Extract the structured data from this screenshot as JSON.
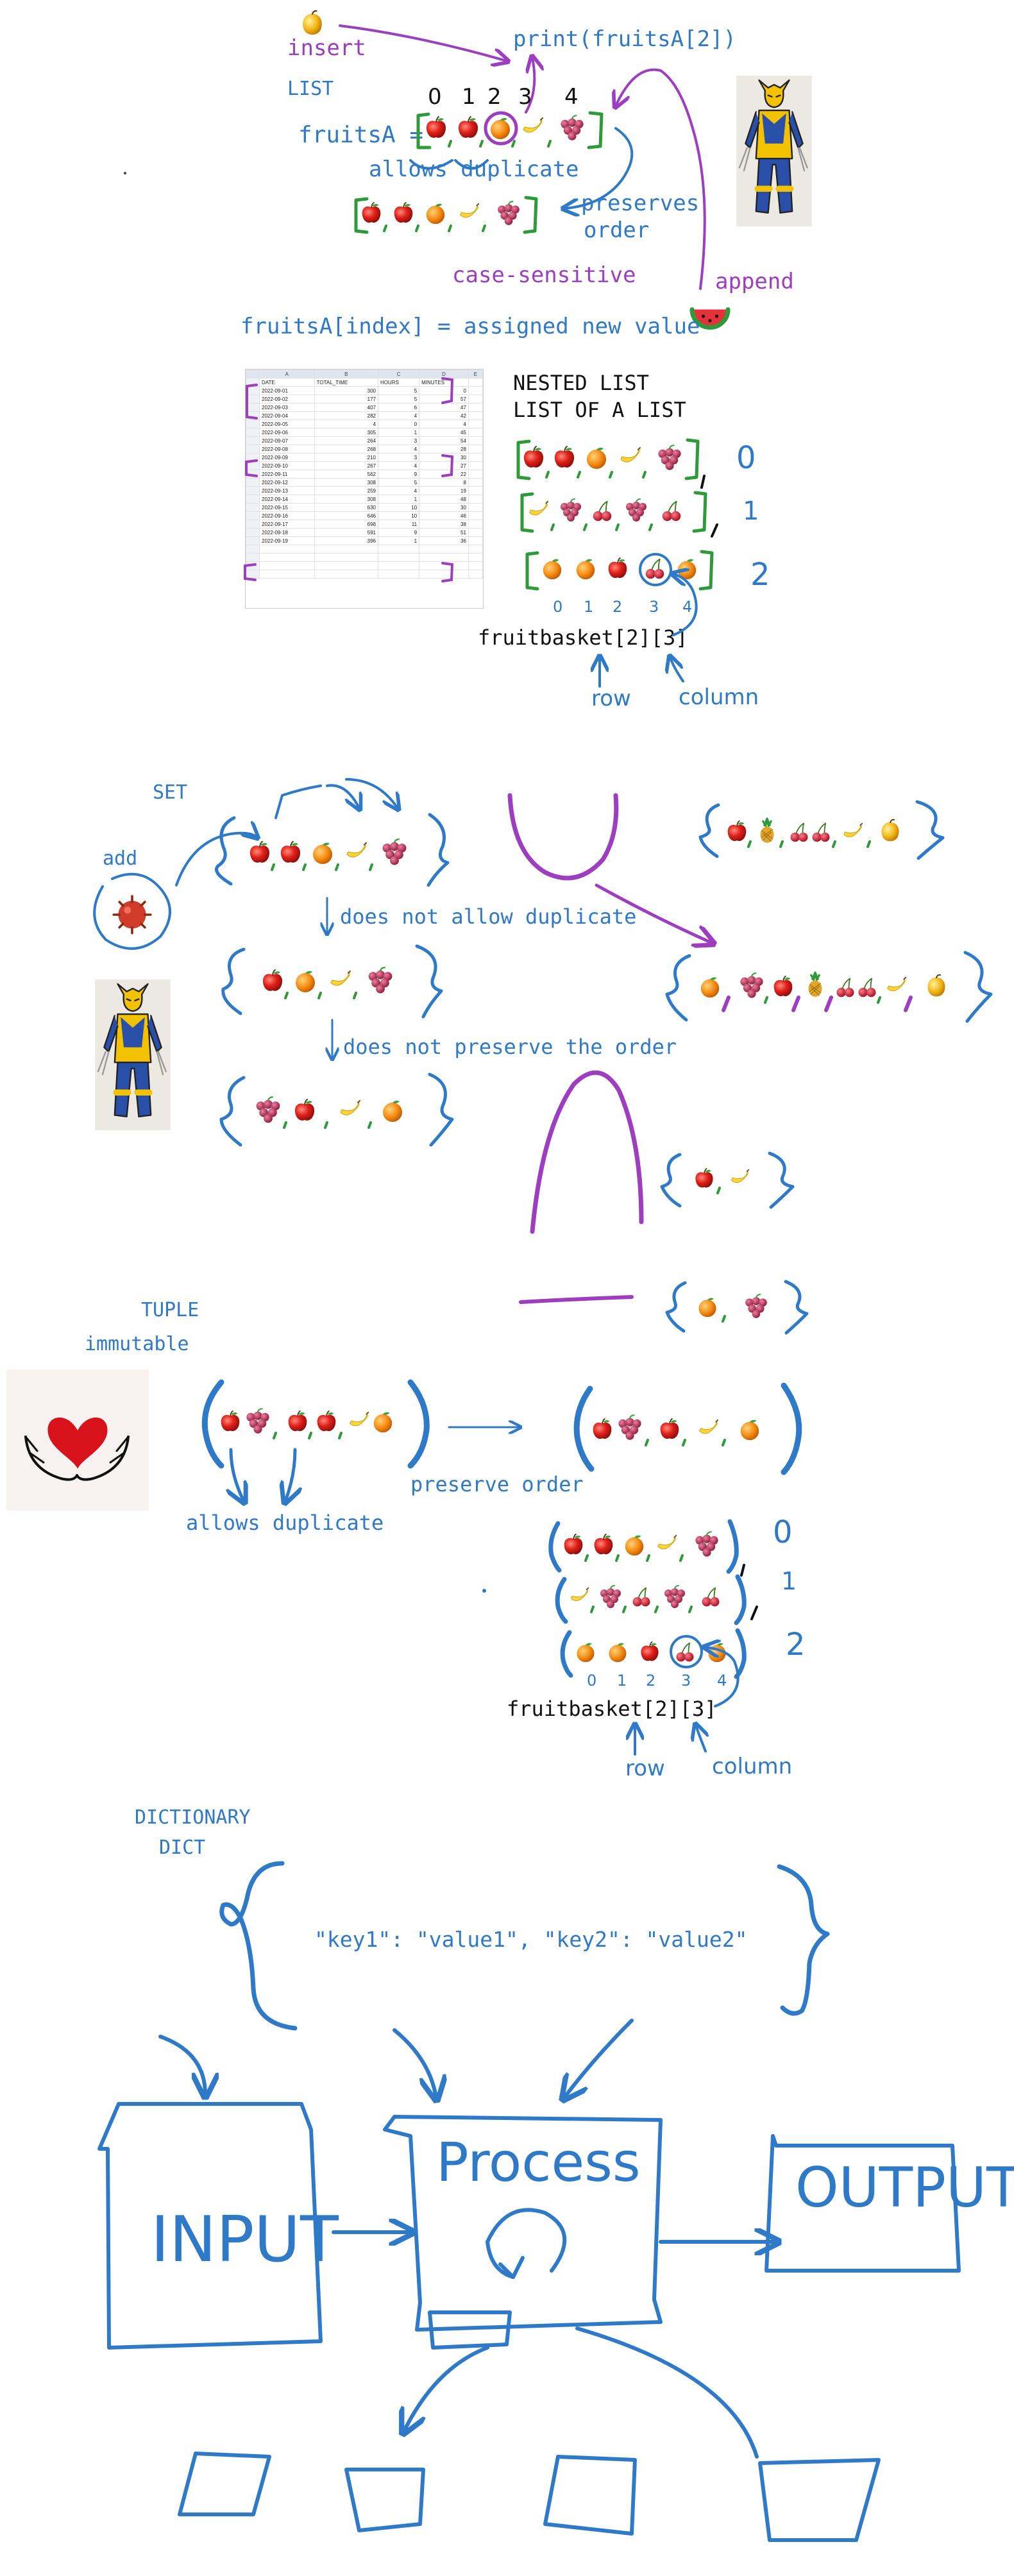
{
  "list_section": {
    "insert": "insert",
    "list": "LIST",
    "print": "print(fruitsA[2])",
    "indices": [
      "0",
      "1",
      "2",
      "3",
      "4"
    ],
    "var_name": "fruitsA =",
    "allows_duplicate": "allows duplicate",
    "preserves": "preserves",
    "order": "order",
    "case_sensitive": "case-sensitive",
    "append": "append",
    "assign": "fruitsA[index] = assigned new value"
  },
  "nested_list": {
    "title1": "NESTED LIST",
    "title2": "LIST OF A LIST",
    "row_idx": [
      "0",
      "1",
      "2"
    ],
    "col_idx": [
      "0",
      "1",
      "2",
      "3",
      "4"
    ],
    "access": "fruitbasket[2][3]",
    "row": "row",
    "column": "column"
  },
  "spreadsheet": {
    "columns": [
      "A",
      "B",
      "C",
      "D",
      "E"
    ],
    "headers": [
      "DATE",
      "TOTAL_TIME",
      "HOURS",
      "MINUTES"
    ],
    "rows": [
      [
        "2022-09-01",
        "300",
        "5",
        "0"
      ],
      [
        "2022-09-02",
        "177",
        "5",
        "57"
      ],
      [
        "2022-09-03",
        "407",
        "6",
        "47"
      ],
      [
        "2022-09-04",
        "282",
        "4",
        "42"
      ],
      [
        "2022-09-05",
        "4",
        "0",
        "4"
      ],
      [
        "2022-09-06",
        "305",
        "1",
        "45"
      ],
      [
        "2022-09-07",
        "264",
        "3",
        "54"
      ],
      [
        "2022-09-08",
        "268",
        "4",
        "28"
      ],
      [
        "2022-09-09",
        "210",
        "3",
        "30"
      ],
      [
        "2022-09-10",
        "267",
        "4",
        "27"
      ],
      [
        "2022-09-11",
        "562",
        "9",
        "22"
      ],
      [
        "2022-09-12",
        "308",
        "5",
        "8"
      ],
      [
        "2022-09-13",
        "259",
        "4",
        "19"
      ],
      [
        "2022-09-14",
        "308",
        "1",
        "48"
      ],
      [
        "2022-09-15",
        "630",
        "10",
        "30"
      ],
      [
        "2022-09-16",
        "646",
        "10",
        "46"
      ],
      [
        "2022-09-17",
        "698",
        "11",
        "38"
      ],
      [
        "2022-09-18",
        "591",
        "9",
        "51"
      ],
      [
        "2022-09-19",
        "396",
        "1",
        "36"
      ]
    ]
  },
  "set_section": {
    "set": "SET",
    "add": "add",
    "no_duplicate": "does not allow duplicate",
    "no_order": "does not preserve the order"
  },
  "tuple_section": {
    "tuple": "TUPLE",
    "immutable": "immutable",
    "allows_duplicate": "allows duplicate",
    "preserve_order": "preserve order",
    "row_idx": [
      "0",
      "1",
      "2"
    ],
    "col_idx": [
      "0",
      "1",
      "2",
      "3",
      "4"
    ],
    "access": "fruitbasket[2][3]",
    "row": "row",
    "column": "column"
  },
  "dict_section": {
    "dictionary": "DICTIONARY",
    "dict": "DICT",
    "pairs": "\"key1\": \"value1\", \"key2\": \"value2\""
  },
  "flow": {
    "input": "INPUT",
    "process": "Process",
    "output": "OUTPUT"
  },
  "colors": {
    "blue": "#2f79c9",
    "purple": "#9d3dbf",
    "green": "#2f9a3a",
    "black": "#111111"
  }
}
